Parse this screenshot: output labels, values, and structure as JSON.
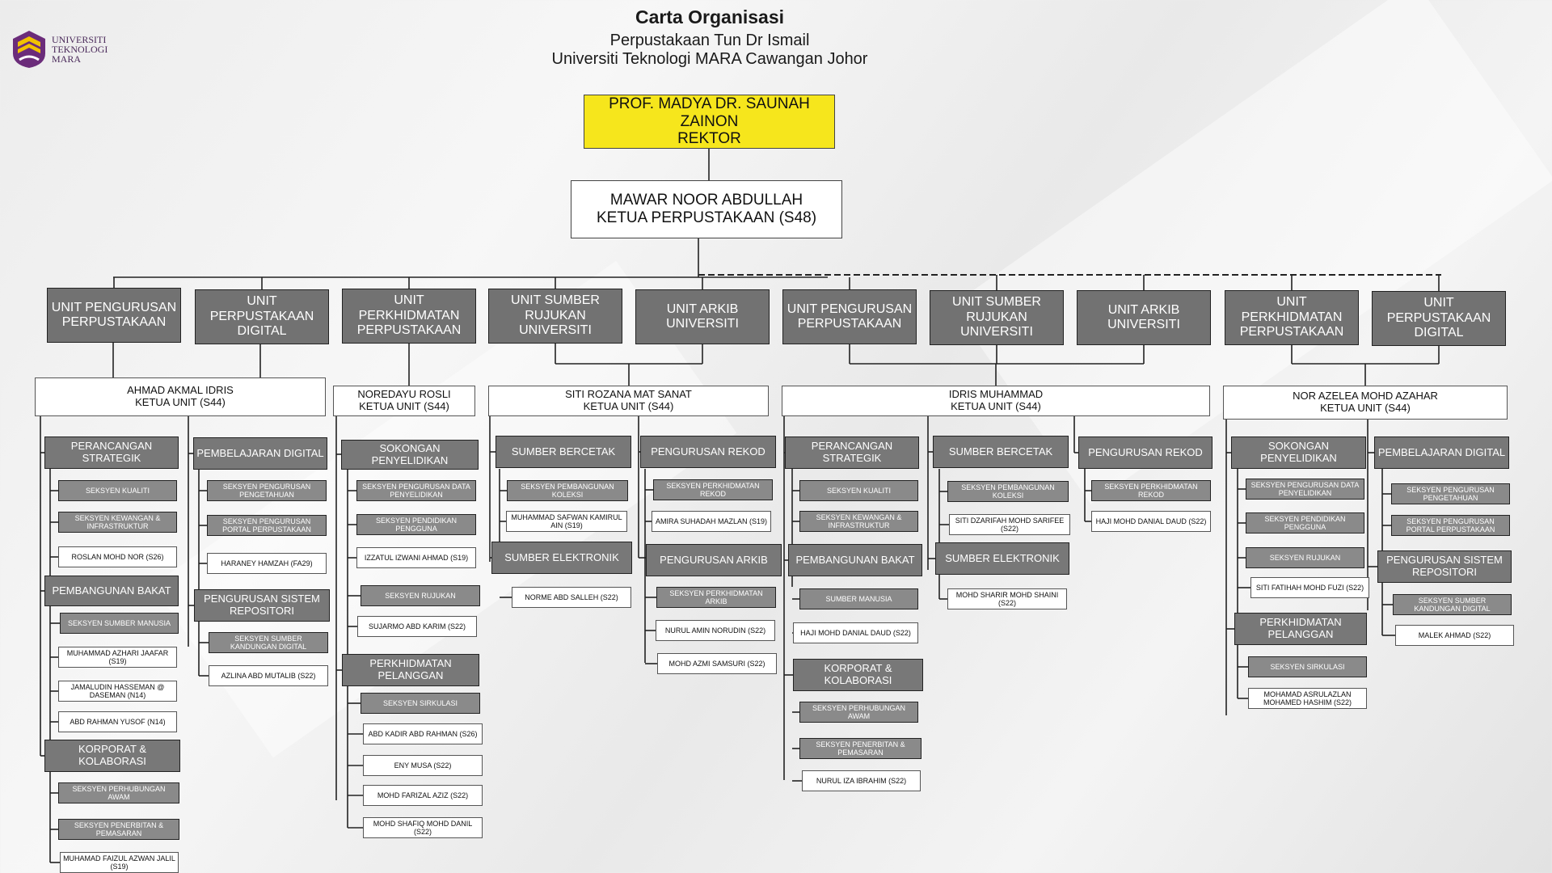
{
  "header": {
    "title": "Carta Organisasi",
    "line1": "Perpustakaan Tun Dr Ismail",
    "line2": "Universiti Teknologi MARA Cawangan Johor"
  },
  "logo": {
    "line1": "UNIVERSITI",
    "line2": "TEKNOLOGI",
    "line3": "MARA",
    "icon": "uitm-crest-icon"
  },
  "rektor": {
    "name": "PROF. MADYA DR. SAUNAH ZAINON",
    "title": "REKTOR"
  },
  "chief": {
    "name": "MAWAR NOOR ABDULLAH",
    "title": "KETUA PERPUSTAKAAN (S48)"
  },
  "units": [
    "UNIT PENGURUSAN PERPUSTAKAAN",
    "UNIT PERPUSTAKAAN DIGITAL",
    "UNIT PERKHIDMATAN PERPUSTAKAAN",
    "UNIT SUMBER RUJUKAN UNIVERSITI",
    "UNIT ARKIB UNIVERSITI",
    "UNIT PENGURUSAN PERPUSTAKAAN",
    "UNIT SUMBER RUJUKAN UNIVERSITI",
    "UNIT ARKIB UNIVERSITI",
    "UNIT PERKHIDMATAN PERPUSTAKAAN",
    "UNIT PERPUSTAKAAN DIGITAL"
  ],
  "ketua": [
    {
      "name": "AHMAD AKMAL IDRIS",
      "title": "KETUA UNIT (S44)"
    },
    {
      "name": "NOREDAYU ROSLI",
      "title": "KETUA UNIT (S44)"
    },
    {
      "name": "SITI ROZANA MAT SANAT",
      "title": "KETUA UNIT (S44)"
    },
    {
      "name": "IDRIS MUHAMMAD",
      "title": "KETUA UNIT (S44)"
    },
    {
      "name": "NOR AZELEA MOHD AZAHAR",
      "title": "KETUA UNIT (S44)"
    }
  ],
  "nodes": [
    {
      "t": "sec",
      "l": "PERANCANGAN STRATEGIK"
    },
    {
      "t": "sub",
      "l": "SEKSYEN KUALITI"
    },
    {
      "t": "sub",
      "l": "SEKSYEN KEWANGAN & INFRASTRUKTUR"
    },
    {
      "t": "per",
      "l": "ROSLAN MOHD NOR (S26)"
    },
    {
      "t": "sec",
      "l": "PEMBANGUNAN BAKAT"
    },
    {
      "t": "sub",
      "l": "SEKSYEN SUMBER MANUSIA"
    },
    {
      "t": "per",
      "l": "MUHAMMAD AZHARI JAAFAR (S19)"
    },
    {
      "t": "per",
      "l": "JAMALUDIN HASSEMAN @ DASEMAN (N14)"
    },
    {
      "t": "per",
      "l": "ABD RAHMAN YUSOF (N14)"
    },
    {
      "t": "sec",
      "l": "KORPORAT & KOLABORASI"
    },
    {
      "t": "sub",
      "l": "SEKSYEN PERHUBUNGAN AWAM"
    },
    {
      "t": "sub",
      "l": "SEKSYEN PENERBITAN & PEMASARAN"
    },
    {
      "t": "per",
      "l": "MUHAMAD FAIZUL AZWAN JALIL (S19)"
    },
    {
      "t": "sec",
      "l": "PEMBELAJARAN DIGITAL"
    },
    {
      "t": "sub",
      "l": "SEKSYEN PENGURUSAN PENGETAHUAN"
    },
    {
      "t": "sub",
      "l": "SEKSYEN PENGURUSAN PORTAL PERPUSTAKAAN"
    },
    {
      "t": "per",
      "l": "HARANEY HAMZAH (FA29)"
    },
    {
      "t": "sec",
      "l": "PENGURUSAN SISTEM REPOSITORI"
    },
    {
      "t": "sub",
      "l": "SEKSYEN SUMBER KANDUNGAN DIGITAL"
    },
    {
      "t": "per",
      "l": "AZLINA ABD MUTALIB (S22)"
    },
    {
      "t": "sec",
      "l": "SOKONGAN PENYELIDIKAN"
    },
    {
      "t": "sub",
      "l": "SEKSYEN PENGURUSAN DATA PENYELIDIKAN"
    },
    {
      "t": "sub",
      "l": "SEKSYEN PENDIDIKAN PENGGUNA"
    },
    {
      "t": "per",
      "l": "IZZATUL IZWANI AHMAD (S19)"
    },
    {
      "t": "sub",
      "l": "SEKSYEN RUJUKAN"
    },
    {
      "t": "per",
      "l": "SUJARMO ABD KARIM (S22)"
    },
    {
      "t": "sec",
      "l": "PERKHIDMATAN PELANGGAN"
    },
    {
      "t": "sub",
      "l": "SEKSYEN SIRKULASI"
    },
    {
      "t": "per",
      "l": "ABD KADIR ABD RAHMAN (S26)"
    },
    {
      "t": "per",
      "l": "ENY MUSA (S22)"
    },
    {
      "t": "per",
      "l": "MOHD FARIZAL AZIZ (S22)"
    },
    {
      "t": "per",
      "l": "MOHD SHAFIQ MOHD DANIL (S22)"
    },
    {
      "t": "sec",
      "l": "SUMBER BERCETAK"
    },
    {
      "t": "sub",
      "l": "SEKSYEN PEMBANGUNAN KOLEKSI"
    },
    {
      "t": "per",
      "l": "MUHAMMAD SAFWAN KAMIRUL AIN (S19)"
    },
    {
      "t": "sec",
      "l": "SUMBER ELEKTRONIK"
    },
    {
      "t": "per",
      "l": "NORME ABD SALLEH (S22)"
    },
    {
      "t": "sec",
      "l": "PENGURUSAN REKOD"
    },
    {
      "t": "sub",
      "l": "SEKSYEN PERKHIDMATAN REKOD"
    },
    {
      "t": "per",
      "l": "AMIRA SUHADAH MAZLAN (S19)"
    },
    {
      "t": "sec",
      "l": "PENGURUSAN ARKIB"
    },
    {
      "t": "sub",
      "l": "SEKSYEN PERKHIDMATAN ARKIB"
    },
    {
      "t": "per",
      "l": "NURUL AMIN NORUDIN (S22)"
    },
    {
      "t": "per",
      "l": "MOHD AZMI SAMSURI (S22)"
    },
    {
      "t": "sec",
      "l": "PERANCANGAN STRATEGIK"
    },
    {
      "t": "sub",
      "l": "SEKSYEN KUALITI"
    },
    {
      "t": "sub",
      "l": "SEKSYEN KEWANGAN & INFRASTRUKTUR"
    },
    {
      "t": "sec",
      "l": "PEMBANGUNAN BAKAT"
    },
    {
      "t": "sub",
      "l": "SUMBER MANUSIA"
    },
    {
      "t": "per",
      "l": "HAJI MOHD DANIAL DAUD (S22)"
    },
    {
      "t": "sec",
      "l": "KORPORAT & KOLABORASI"
    },
    {
      "t": "sub",
      "l": "SEKSYEN PERHUBUNGAN AWAM"
    },
    {
      "t": "sub",
      "l": "SEKSYEN PENERBITAN & PEMASARAN"
    },
    {
      "t": "per",
      "l": "NURUL IZA IBRAHIM (S22)"
    },
    {
      "t": "sec",
      "l": "SUMBER BERCETAK"
    },
    {
      "t": "sub",
      "l": "SEKSYEN PEMBANGUNAN KOLEKSI"
    },
    {
      "t": "per",
      "l": "SITI DZARIFAH MOHD SARIFEE (S22)"
    },
    {
      "t": "sec",
      "l": "SUMBER ELEKTRONIK"
    },
    {
      "t": "per",
      "l": "MOHD SHARIR MOHD SHAINI (S22)"
    },
    {
      "t": "sec",
      "l": "PENGURUSAN REKOD"
    },
    {
      "t": "sub",
      "l": "SEKSYEN PERKHIDMATAN REKOD"
    },
    {
      "t": "per",
      "l": "HAJI MOHD DANIAL DAUD (S22)"
    },
    {
      "t": "sec",
      "l": "SOKONGAN PENYELIDIKAN"
    },
    {
      "t": "sub",
      "l": "SEKSYEN PENGURUSAN DATA PENYELIDIKAN"
    },
    {
      "t": "sub",
      "l": "SEKSYEN PENDIDIKAN PENGGUNA"
    },
    {
      "t": "sub",
      "l": "SEKSYEN RUJUKAN"
    },
    {
      "t": "per",
      "l": "SITI FATIHAH MOHD FUZI (S22)"
    },
    {
      "t": "sec",
      "l": "PERKHIDMATAN PELANGGAN"
    },
    {
      "t": "sub",
      "l": "SEKSYEN SIRKULASI"
    },
    {
      "t": "per",
      "l": "MOHAMAD ASRULAZLAN MOHAMED HASHIM (S22)"
    },
    {
      "t": "sec",
      "l": "PEMBELAJARAN DIGITAL"
    },
    {
      "t": "sub",
      "l": "SEKSYEN PENGURUSAN PENGETAHUAN"
    },
    {
      "t": "sub",
      "l": "SEKSYEN PENGURUSAN PORTAL PERPUSTAKAAN"
    },
    {
      "t": "sec",
      "l": "PENGURUSAN SISTEM REPOSITORI"
    },
    {
      "t": "sub",
      "l": "SEKSYEN SUMBER KANDUNGAN DIGITAL"
    },
    {
      "t": "per",
      "l": "MALEK AHMAD (S22)"
    }
  ]
}
